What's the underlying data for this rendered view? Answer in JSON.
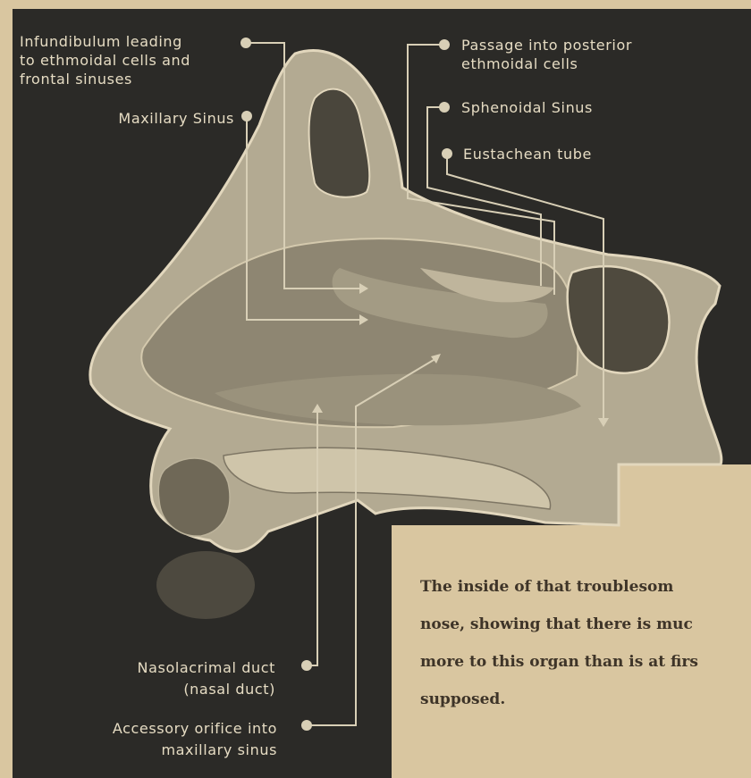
{
  "labels": {
    "infundibulum": [
      "Infundibulum leading",
      "to ethmoidal cells and",
      "frontal sinuses"
    ],
    "maxillary_sinus": [
      "Maxillary Sinus"
    ],
    "passage_posterior": [
      "Passage into posterior",
      "ethmoidal cells"
    ],
    "sphenoidal_sinus": [
      "Sphenoidal Sinus"
    ],
    "eustachean_tube": [
      "Eustachean tube"
    ],
    "nasolacrimal_duct": [
      "Nasolacrimal duct",
      "(nasal duct)"
    ],
    "accessory_orifice": [
      "Accessory orifice into",
      "maxillary sinus"
    ]
  },
  "caption": [
    "The inside of that troublesom",
    "nose, showing that there is muc",
    "more to this organ than is at firs",
    "supposed."
  ],
  "colors": {
    "paper": "#d9c6a0",
    "plate_background": "#2b2a27",
    "tissue": "#b3aa92",
    "label_text": "#e6dcc3",
    "caption_text": "#3e3428"
  }
}
